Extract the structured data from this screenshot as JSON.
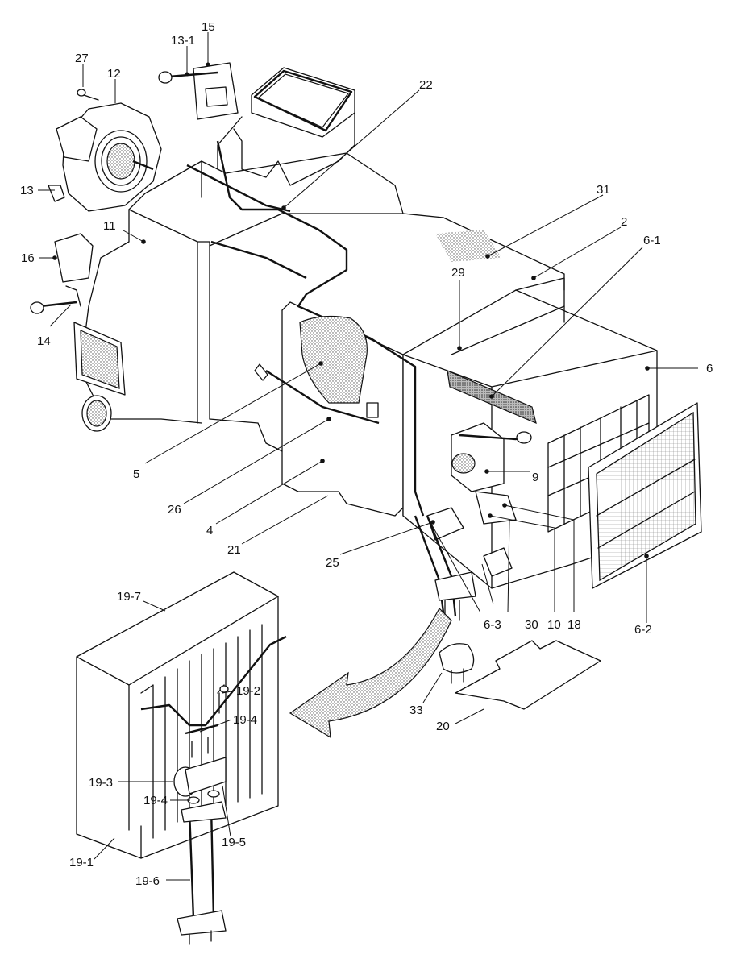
{
  "diagram": {
    "callouts": [
      {
        "id": "c27",
        "text": "27"
      },
      {
        "id": "c12",
        "text": "12"
      },
      {
        "id": "c13-1",
        "text": "13-1"
      },
      {
        "id": "c15",
        "text": "15"
      },
      {
        "id": "c22",
        "text": "22"
      },
      {
        "id": "c13",
        "text": "13"
      },
      {
        "id": "c11",
        "text": "11"
      },
      {
        "id": "c16",
        "text": "16"
      },
      {
        "id": "c14",
        "text": "14"
      },
      {
        "id": "c31",
        "text": "31"
      },
      {
        "id": "c2",
        "text": "2"
      },
      {
        "id": "c6-1",
        "text": "6-1"
      },
      {
        "id": "c29",
        "text": "29"
      },
      {
        "id": "c6",
        "text": "6"
      },
      {
        "id": "c5",
        "text": "5"
      },
      {
        "id": "c26",
        "text": "26"
      },
      {
        "id": "c4",
        "text": "4"
      },
      {
        "id": "c21",
        "text": "21"
      },
      {
        "id": "c25",
        "text": "25"
      },
      {
        "id": "c9",
        "text": "9"
      },
      {
        "id": "c6-3",
        "text": "6-3"
      },
      {
        "id": "c30",
        "text": "30"
      },
      {
        "id": "c10",
        "text": "10"
      },
      {
        "id": "c18",
        "text": "18"
      },
      {
        "id": "c6-2",
        "text": "6-2"
      },
      {
        "id": "c19-7",
        "text": "19-7"
      },
      {
        "id": "c19-2",
        "text": "19-2"
      },
      {
        "id": "c19-4a",
        "text": "19-4"
      },
      {
        "id": "c19-3",
        "text": "19-3"
      },
      {
        "id": "c19-4b",
        "text": "19-4"
      },
      {
        "id": "c19-5",
        "text": "19-5"
      },
      {
        "id": "c19-1",
        "text": "19-1"
      },
      {
        "id": "c19-6",
        "text": "19-6"
      },
      {
        "id": "c33",
        "text": "33"
      },
      {
        "id": "c20",
        "text": "20"
      }
    ]
  }
}
